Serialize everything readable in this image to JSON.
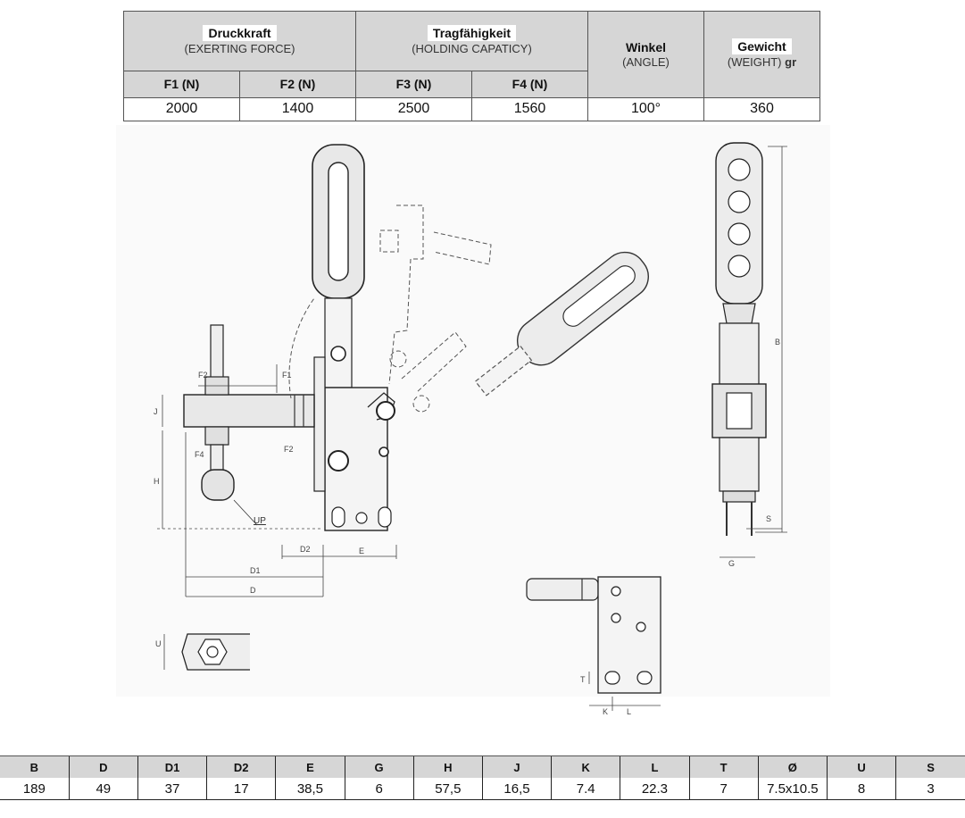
{
  "spec": {
    "exerting": {
      "title": "Druckkraft",
      "subtitle": "(EXERTING FORCE)"
    },
    "holding": {
      "title": "Tragfähigkeit",
      "subtitle": "(HOLDING CAPATICY)"
    },
    "angle": {
      "title": "Winkel",
      "subtitle": "(ANGLE)"
    },
    "weight": {
      "title": "Gewicht",
      "subtitle": "(WEIGHT)",
      "unit": "gr"
    },
    "columns": [
      "F1 (N)",
      "F2 (N)",
      "F3 (N)",
      "F4 (N)"
    ],
    "values": [
      "2000",
      "1400",
      "2500",
      "1560",
      "100°",
      "360"
    ]
  },
  "drawing": {
    "labels": {
      "F1": "F1",
      "F2": "F2",
      "F2b": "F2",
      "F4": "F4",
      "J": "J",
      "H": "H",
      "D2": "D2",
      "E": "E",
      "D1": "D1",
      "D": "D",
      "UP": "UP",
      "B": "B",
      "S": "S",
      "G": "G",
      "U": "U",
      "T": "T",
      "K": "K",
      "L": "L"
    }
  },
  "dimensions": {
    "headers": [
      "B",
      "D",
      "D1",
      "D2",
      "E",
      "G",
      "H",
      "J",
      "K",
      "L",
      "T",
      "Ø",
      "U",
      "S"
    ],
    "values": [
      "189",
      "49",
      "37",
      "17",
      "38,5",
      "6",
      "57,5",
      "16,5",
      "7.4",
      "22.3",
      "7",
      "7.5x10.5",
      "8",
      "3"
    ]
  }
}
